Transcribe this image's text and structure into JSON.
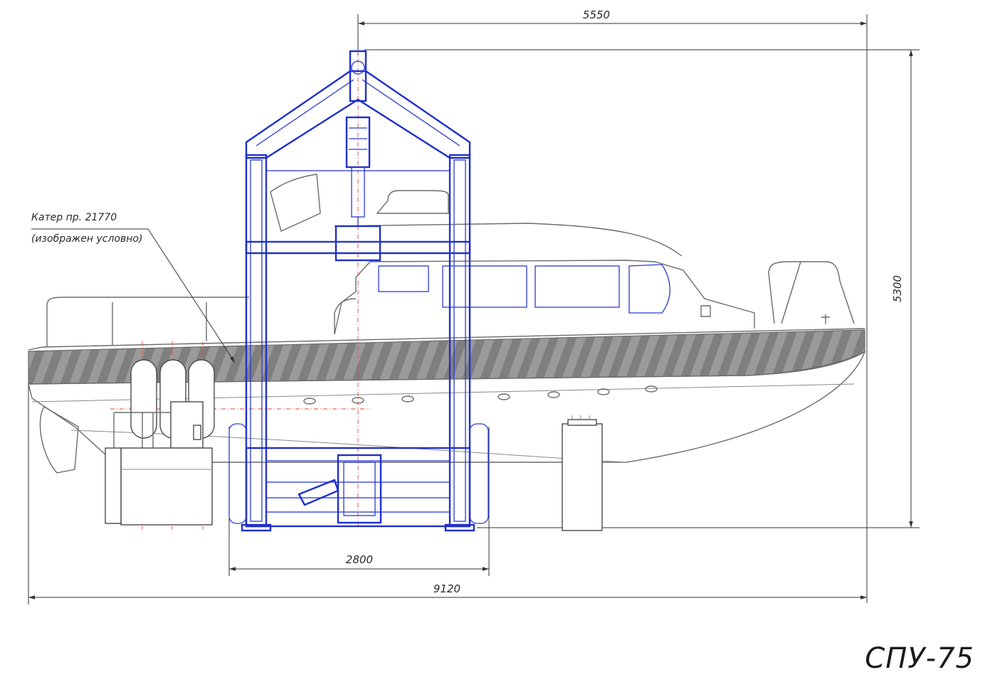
{
  "drawing": {
    "dimensions": {
      "gantry_height_span": "5550",
      "overall_height": "5300",
      "gantry_width": "2800",
      "overall_length": "9120"
    },
    "callout": {
      "line1": "Катер пр. 21770",
      "line2": "(изображен условно)"
    },
    "product_code": "СПУ-75",
    "colors": {
      "frame": "#1f2fc8",
      "vessel_outline": "#6b6b6b",
      "axis": "#e2452f",
      "fender_band": "#8c8c8c"
    }
  }
}
